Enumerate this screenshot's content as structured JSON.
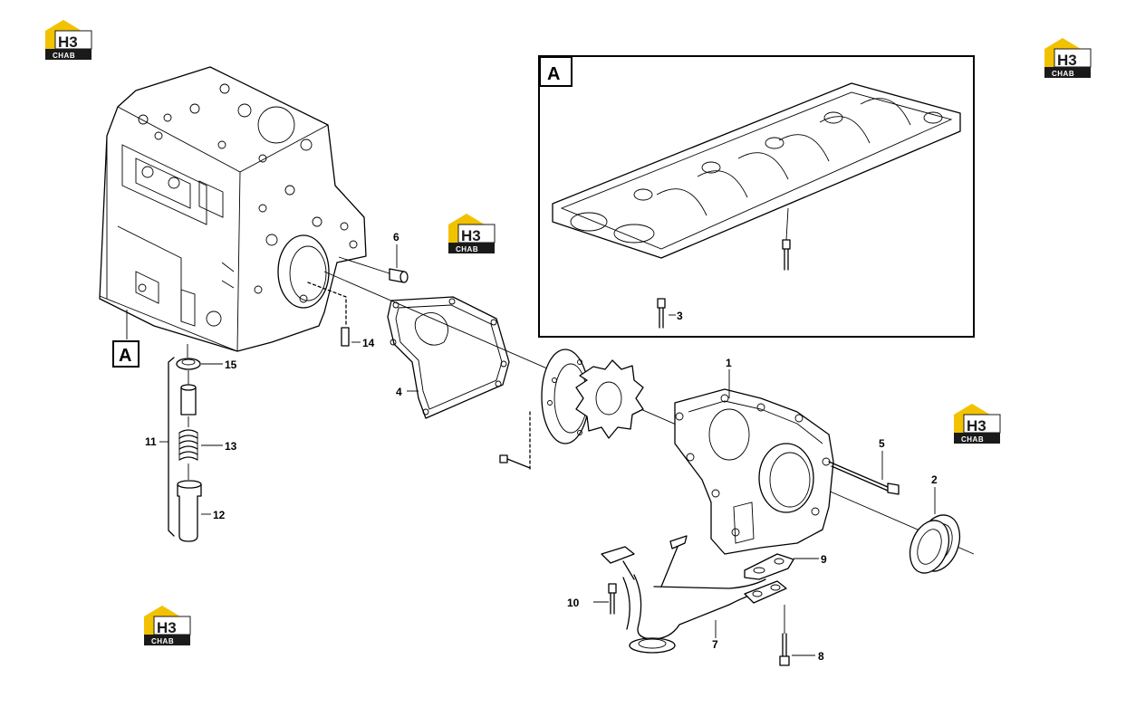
{
  "logo": {
    "top": "H3",
    "bottom": "CHAB"
  },
  "detail_label": "A",
  "callouts": {
    "c1": "1",
    "c2": "2",
    "c3": "3",
    "c4": "4",
    "c5": "5",
    "c6": "6",
    "c7": "7",
    "c8": "8",
    "c9": "9",
    "c10": "10",
    "c11": "11",
    "c12": "12",
    "c13": "13",
    "c14": "14",
    "c15": "15"
  },
  "colors": {
    "logo_yellow": "#f2c200",
    "logo_dark": "#1a1a1a",
    "line": "#000000"
  },
  "icons": [
    "h3-chab-logo"
  ]
}
